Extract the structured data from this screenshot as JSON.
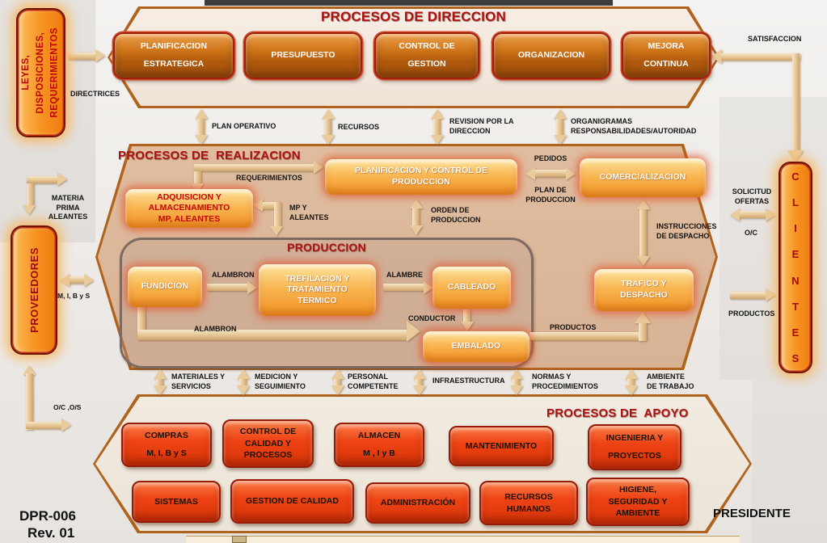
{
  "meta": {
    "code": "DPR-006",
    "rev": "Rev. 01",
    "president": "PRESIDENTE"
  },
  "palette": {
    "section_border": "#b0631d",
    "title_red": "#ad1311",
    "arrow_beige": "#e9cb9c",
    "dir_box": "#b95f10",
    "real_box": "#f6a93e",
    "apoyo_box": "#e93d10",
    "side_bar": "#f69120"
  },
  "left": {
    "leyes": "LEYES,\nDISPOSICIONES,\nREQUERIMIENTOS",
    "proveedores": "PROVEEDORES",
    "directrices": "DIRECTRICES",
    "materia_prima": "MATERIA\nPRIMA\nALEANTES",
    "mibys": "M, I, B y S",
    "oc_os": "O/C ,O/S"
  },
  "right": {
    "satisfaccion": "SATISFACCION",
    "clientes": [
      "C",
      "L",
      "I",
      "E",
      "N",
      "T",
      "E",
      "S"
    ],
    "solicitud": "SOLICITUD\nOFERTAS",
    "oc": "O/C",
    "productos": "PRODUCTOS"
  },
  "direction": {
    "title": "PROCESOS DE DIRECCION",
    "boxes": [
      "PLANIFICACION\nESTRATEGICA",
      "PRESUPUESTO",
      "CONTROL DE\nGESTION",
      "ORGANIZACION",
      "MEJORA\nCONTINUA"
    ],
    "flows": [
      "PLAN OPERATIVO",
      "RECURSOS",
      "REVISION POR LA\nDIRECCION",
      "ORGANIGRAMAS\nRESPONSABILIDADES/AUTORIDAD"
    ]
  },
  "realization": {
    "title": "PROCESOS DE  REALIZACION",
    "adquisicion": "ADQUISICION  Y\nALMACENAMIENTO\nMP, ALEANTES",
    "planificacion": "PLANIFICACION  Y CONTROL  DE\nPRODUCCION",
    "comercializacion": "COMERCIALIZACION",
    "trafico": "TRAFICO  Y\nDESPACHO",
    "labels": {
      "requerimientos": "REQUERIMIENTOS",
      "mp_y_aleantes": "MP Y\nALEANTES",
      "orden": "ORDEN DE\nPRODUCCION",
      "pedidos": "PEDIDOS",
      "plan_de_produccion": "PLAN DE\nPRODUCCION",
      "instrucciones": "INSTRUCCIONES\nDE DESPACHO",
      "productos": "PRODUCTOS"
    }
  },
  "produccion": {
    "title": "PRODUCCION",
    "boxes": [
      "FUNDICION",
      "TREFILACION  Y\nTRATAMIENTO\nTERMICO",
      "CABLEADO",
      "EMBALADO"
    ],
    "labels": {
      "alambron_top": "ALAMBRON",
      "alambre": "ALAMBRE",
      "conductor": "CONDUCTOR",
      "alambron_bottom": "ALAMBRON"
    }
  },
  "support_flows": [
    "MATERIALES Y\nSERVICIOS",
    "MEDICION Y\nSEGUIMIENTO",
    "PERSONAL\nCOMPETENTE",
    "INFRAESTRUCTURA",
    "NORMAS Y\nPROCEDIMIENTOS",
    "AMBIENTE\nDE TRABAJO"
  ],
  "apoyo": {
    "title": "PROCESOS DE  APOYO",
    "row1": [
      "COMPRAS\nM, I, B y S",
      "CONTROL DE\nCALIDAD Y\nPROCESOS",
      "ALMACEN\nM , I  y  B",
      "MANTENIMIENTO",
      "INGENIERIA Y\nPROYECTOS"
    ],
    "row2": [
      "SISTEMAS",
      "GESTION DE CALIDAD",
      "ADMINISTRACIÓN",
      "RECURSOS\nHUMANOS",
      "HIGIENE,\nSEGURIDAD Y\nAMBIENTE"
    ]
  }
}
